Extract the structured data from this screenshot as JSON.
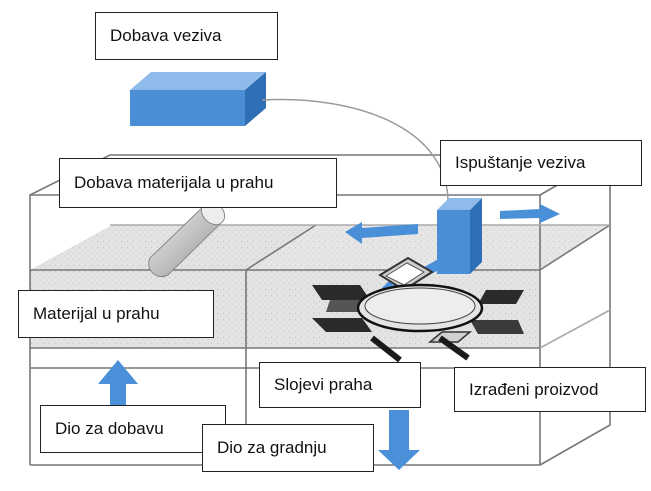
{
  "labels": {
    "binder_supply": "Dobava veziva",
    "powder_supply": "Dobava materijala u prahu",
    "binder_release": "Ispuštanje veziva",
    "powder_material": "Materijal u prahu",
    "powder_layers": "Slojevi praha",
    "finished_product": "Izrađeni proizvod",
    "supply_section": "Dio za dobavu",
    "build_section": "Dio za gradnju"
  },
  "colors": {
    "arrow_blue": "#4a90d9",
    "block_blue": "#4a8fd6",
    "frame": "#7a7a7a",
    "powder_fill": "#dcdcdc",
    "dark_part": "#2b2b2b"
  }
}
